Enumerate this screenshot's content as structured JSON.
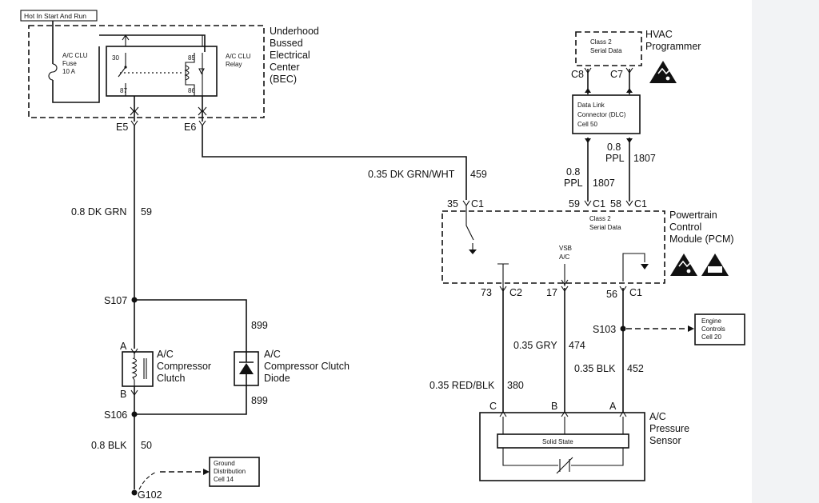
{
  "power_label": "Hot In Start And Run",
  "bec": {
    "title_lines": [
      "Underhood",
      "Bussed",
      "Electrical",
      "Center",
      "(BEC)"
    ],
    "fuse_lines": [
      "A/C CLU",
      "Fuse",
      "10 A"
    ],
    "relay_lines": [
      "A/C CLU",
      "Relay"
    ],
    "pin_30": "30",
    "pin_85": "85",
    "pin_87": "87",
    "pin_86": "86",
    "term_e5": "E5",
    "term_e6": "E6"
  },
  "hvac": {
    "box_lines": [
      "Class 2",
      "Serial Data"
    ],
    "title_lines": [
      "HVAC",
      "Programmer"
    ],
    "pin_c8": "C8",
    "pin_c7": "C7"
  },
  "dlc": {
    "lines": [
      "Data Link",
      "Connector (DLC)",
      "Cell 50"
    ]
  },
  "wires": {
    "w59": "0.8 DK GRN",
    "c59": "59",
    "w459": "0.35 DK GRN/WHT",
    "c459": "459",
    "ppl_size": "0.8",
    "ppl_color": "PPL",
    "c1807": "1807",
    "w899": "899",
    "w50": "0.8 BLK",
    "c50": "50",
    "w380": "0.35 RED/BLK",
    "c380": "380",
    "w474": "0.35 GRY",
    "c474": "474",
    "w452": "0.35 BLK",
    "c452": "452"
  },
  "pcm": {
    "title_lines": [
      "Powertrain",
      "Control",
      "Module (PCM)"
    ],
    "serial_lines": [
      "Class 2",
      "Serial Data"
    ],
    "vsb_lines": [
      "VSB",
      "A/C"
    ],
    "pin35": "35",
    "pin59": "59",
    "pin58": "58",
    "pin73": "73",
    "pin17": "17",
    "pin56": "56",
    "c1": "C1",
    "c2": "C2"
  },
  "splices": {
    "s107": "S107",
    "s106": "S106",
    "s103": "S103",
    "g102": "G102"
  },
  "clutch": {
    "lines": [
      "A/C",
      "Compressor",
      "Clutch"
    ],
    "pin_a": "A",
    "pin_b": "B"
  },
  "diode": {
    "lines": [
      "A/C",
      "Compressor Clutch",
      "Diode"
    ]
  },
  "ground_box": [
    "Ground",
    "Distribution",
    "Cell 14"
  ],
  "engine_box": [
    "Engine",
    "Controls",
    "Cell 20"
  ],
  "sensor": {
    "title_lines": [
      "A/C",
      "Pressure",
      "Sensor"
    ],
    "solid_state": "Solid State",
    "pin_c": "C",
    "pin_b": "B",
    "pin_a": "A"
  },
  "esd_label": "ESD"
}
